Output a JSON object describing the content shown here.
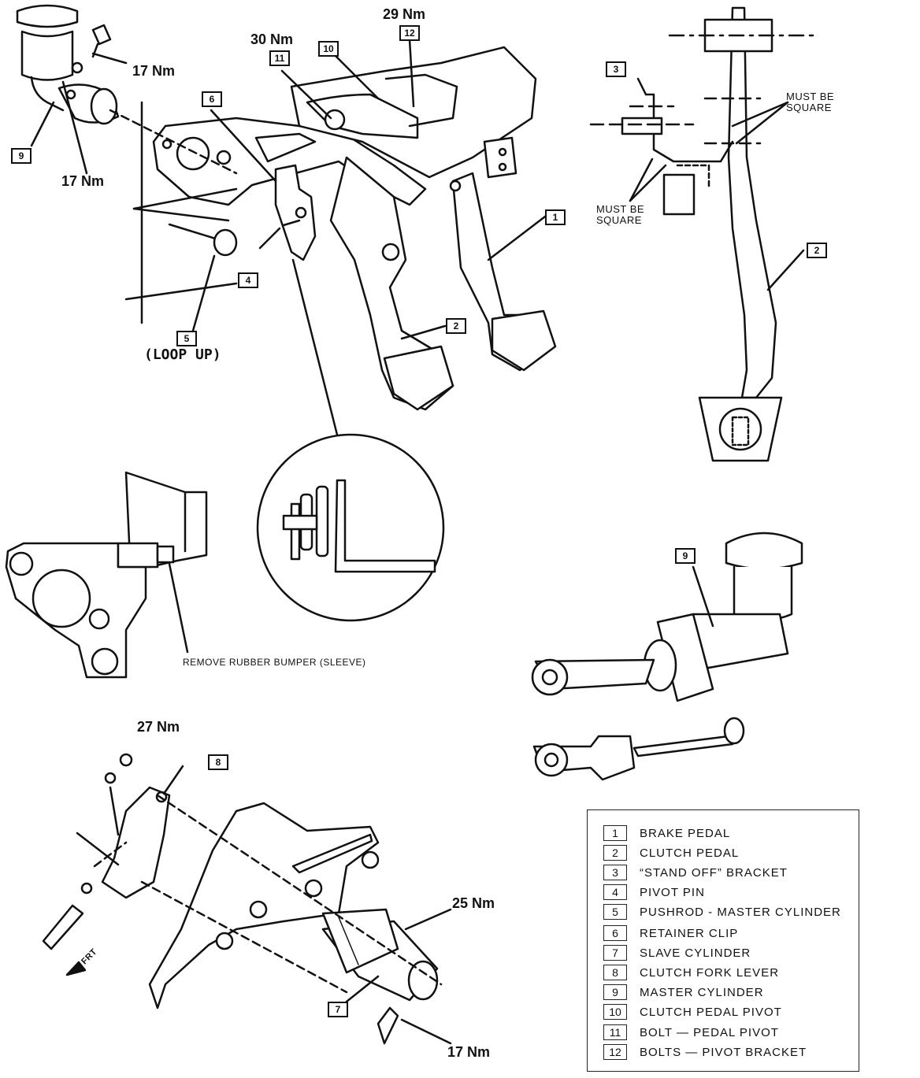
{
  "torques": {
    "t_29": "29 Nm",
    "t_30": "30 Nm",
    "t_17a": "17 Nm",
    "t_17b": "17 Nm",
    "t_27": "27 Nm",
    "t_25": "25 Nm",
    "t_17c": "17 Nm"
  },
  "callouts": {
    "c1": "1",
    "c2a": "2",
    "c2b": "2",
    "c3": "3",
    "c4": "4",
    "c5": "5",
    "c6": "6",
    "c7": "7",
    "c8": "8",
    "c9a": "9",
    "c9b": "9",
    "c10": "10",
    "c11": "11",
    "c12": "12"
  },
  "notes": {
    "loop_up": "(LOOP UP)",
    "must_be_square_top_1": "MUST BE",
    "must_be_square_top_2": "SQUARE",
    "must_be_square_bottom_1": "MUST BE",
    "must_be_square_bottom_2": "SQUARE",
    "remove_bumper": "REMOVE RUBBER BUMPER (SLEEVE)",
    "frt": "FRT"
  },
  "legend": [
    {
      "num": "1",
      "label": "BRAKE PEDAL"
    },
    {
      "num": "2",
      "label": "CLUTCH PEDAL"
    },
    {
      "num": "3",
      "label": "“STAND OFF” BRACKET"
    },
    {
      "num": "4",
      "label": "PIVOT PIN"
    },
    {
      "num": "5",
      "label": "PUSHROD - MASTER CYLINDER"
    },
    {
      "num": "6",
      "label": "RETAINER CLIP"
    },
    {
      "num": "7",
      "label": "SLAVE CYLINDER"
    },
    {
      "num": "8",
      "label": "CLUTCH FORK LEVER"
    },
    {
      "num": "9",
      "label": "MASTER CYLINDER"
    },
    {
      "num": "10",
      "label": "CLUTCH PEDAL PIVOT"
    },
    {
      "num": "11",
      "label": "BOLT — PEDAL PIVOT"
    },
    {
      "num": "12",
      "label": "BOLTS — PIVOT BRACKET"
    }
  ],
  "colors": {
    "ink": "#111111",
    "paper": "#ffffff"
  }
}
